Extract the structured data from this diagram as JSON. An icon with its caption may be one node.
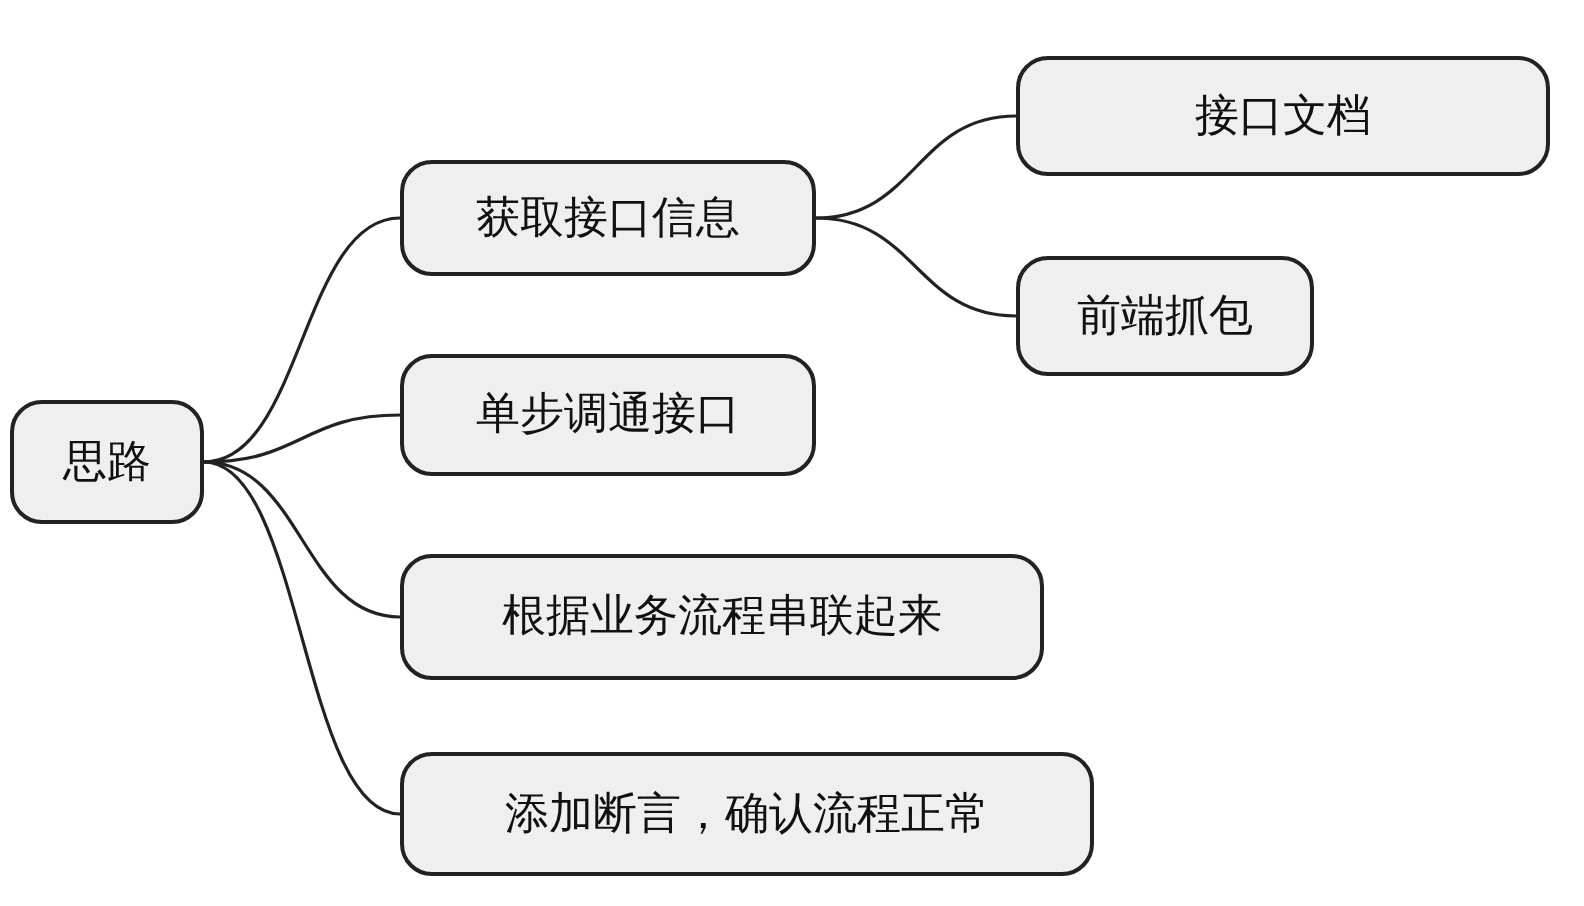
{
  "diagram": {
    "nodes": [
      {
        "text": [
          "思路"
        ]
      },
      {
        "text": [
          "获取接口信息"
        ]
      },
      {
        "text": [
          "接口文档"
        ]
      },
      {
        "text": [
          "前端抓包"
        ]
      },
      {
        "text": [
          "单步调通接口"
        ]
      },
      {
        "text": [
          "根据业务流程串联起来"
        ]
      },
      {
        "text": [
          "添加断言，确认流程正常"
        ]
      }
    ],
    "edges": [
      {
        "from": 0,
        "to": 1,
        "arrow": "none"
      },
      {
        "from": 1,
        "to": 2,
        "arrow": "none"
      },
      {
        "from": 1,
        "to": 3,
        "arrow": "none"
      },
      {
        "from": 0,
        "to": 4,
        "arrow": "none"
      },
      {
        "from": 0,
        "to": 5,
        "arrow": "none"
      },
      {
        "from": 0,
        "to": 6,
        "arrow": "none"
      }
    ]
  }
}
